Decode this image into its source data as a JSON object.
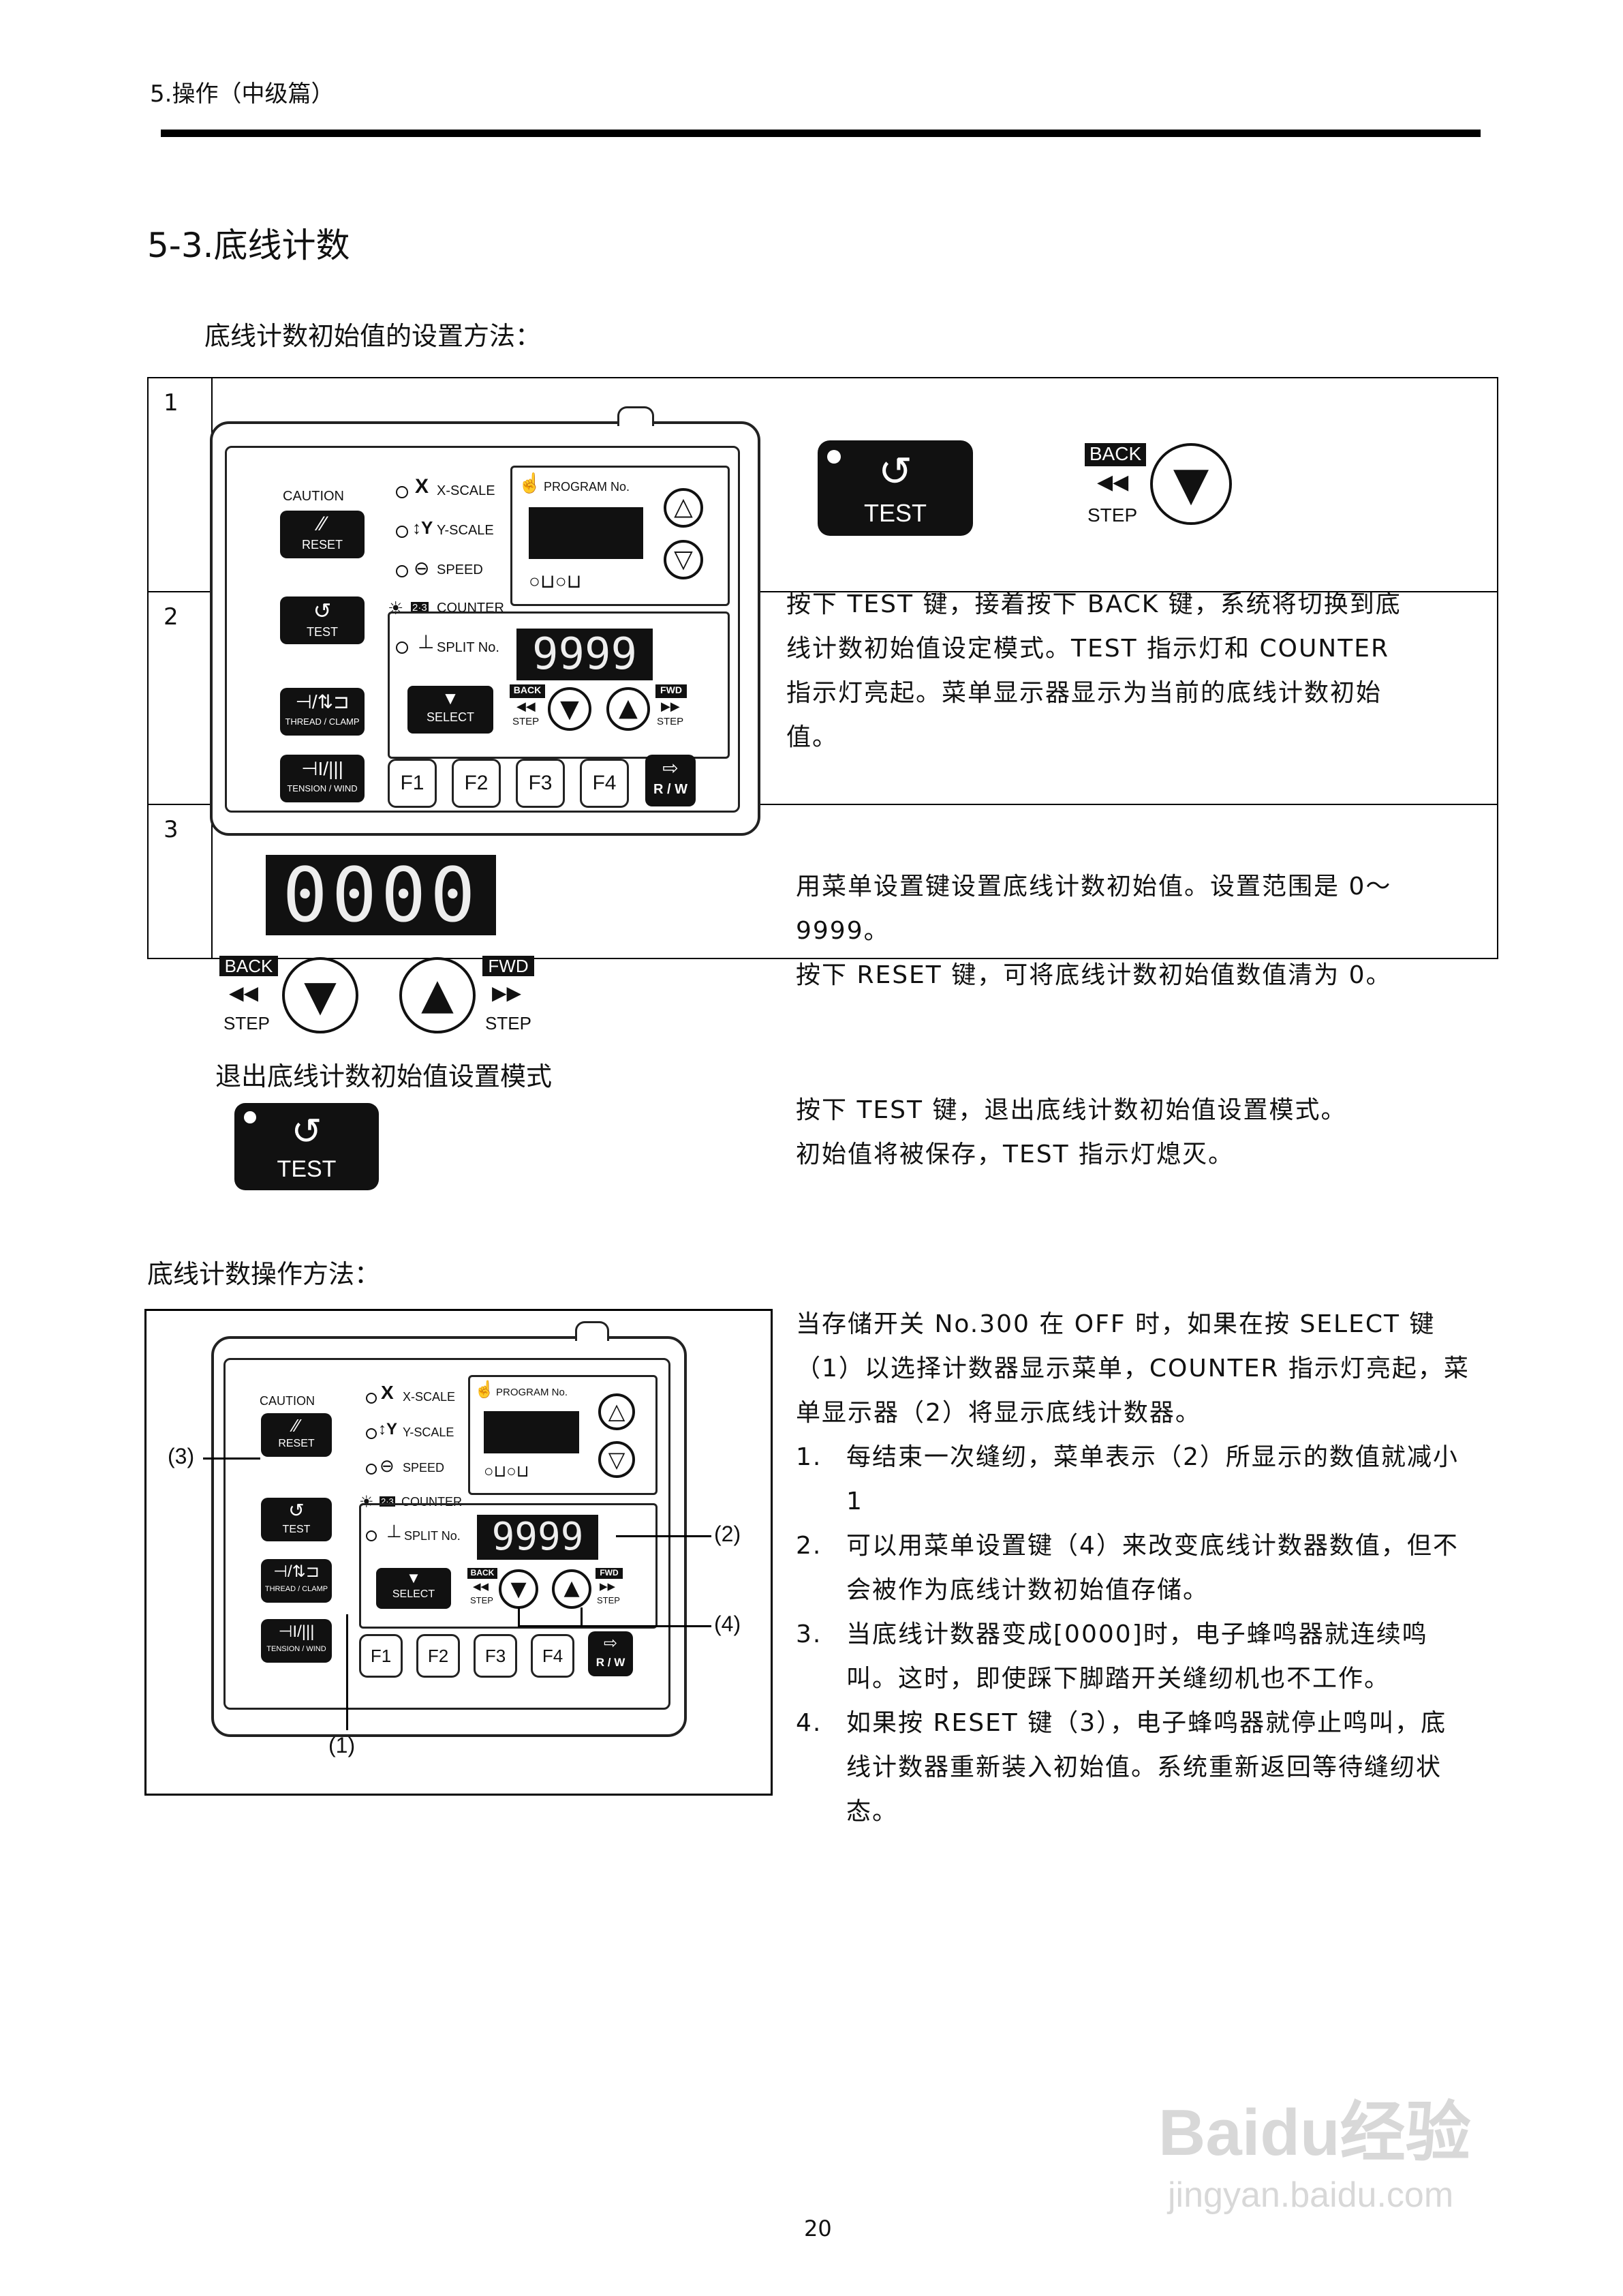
{
  "header": {
    "section": "5.操作（中级篇）"
  },
  "title": "5-3.底线计数",
  "subtitle": "底线计数初始值的设置方法：",
  "steps": [
    {
      "num": "1",
      "text": "按下 TEST 键，接着按下 BACK 键，系统将切换到底线计数初始值设定模式。TEST 指示灯和 COUNTER 指示灯亮起。菜单显示器显示为当前的底线计数初始值。"
    },
    {
      "num": "2",
      "display": "0000",
      "text1": "用菜单设置键设置底线计数初始值。设置范围是 0～9999。",
      "text2": "按下 RESET 键，可将底线计数初始值数值清为 0。"
    },
    {
      "num": "3",
      "heading": "退出底线计数初始值设置模式",
      "text1": "按下 TEST 键，退出底线计数初始值设置模式。",
      "text2": "初始值将被保存，TEST 指示灯熄灭。"
    }
  ],
  "panel": {
    "caution": "CAUTION",
    "reset": "RESET",
    "test": "TEST",
    "thread_clamp": "THREAD / CLAMP",
    "tension_wind": "TENSION / WIND",
    "x_scale": "X-SCALE",
    "y_scale": "Y-SCALE",
    "speed": "SPEED",
    "counter": "COUNTER",
    "split": "SPLIT No.",
    "program": "PROGRAM No.",
    "display": "9999",
    "select": "SELECT",
    "back": "BACK",
    "fwd": "FWD",
    "step": "STEP",
    "f1": "F1",
    "f2": "F2",
    "f3": "F3",
    "f4": "F4",
    "rw": "R / W"
  },
  "keys": {
    "test": "TEST",
    "back": "BACK",
    "fwd": "FWD",
    "step": "STEP"
  },
  "op": {
    "heading": "底线计数操作方法：",
    "callouts": [
      "(1)",
      "(2)",
      "(3)",
      "(4)"
    ],
    "intro": "当存储开关 No.300 在 OFF 时，如果在按 SELECT 键（1）以选择计数器显示菜单，COUNTER 指示灯亮起，菜单显示器（2）将显示底线计数器。",
    "items": [
      {
        "n": "1.",
        "t": "每结束一次缝纫，菜单表示（2）所显示的数值就减小 1"
      },
      {
        "n": "2.",
        "t": "可以用菜单设置键（4）来改变底线计数器数值，但不会被作为底线计数初始值存储。"
      },
      {
        "n": "3.",
        "t": "当底线计数器变成[0000]时，电子蜂鸣器就连续鸣叫。这时，即使踩下脚踏开关缝纫机也不工作。"
      },
      {
        "n": "4.",
        "t": "如果按 RESET 键（3），电子蜂鸣器就停止鸣叫，底线计数器重新装入初始值。系统重新返回等待缝纫状态。"
      }
    ]
  },
  "page_number": "20",
  "watermark": {
    "brand": "Baidu经验",
    "url": "jingyan.baidu.com"
  }
}
